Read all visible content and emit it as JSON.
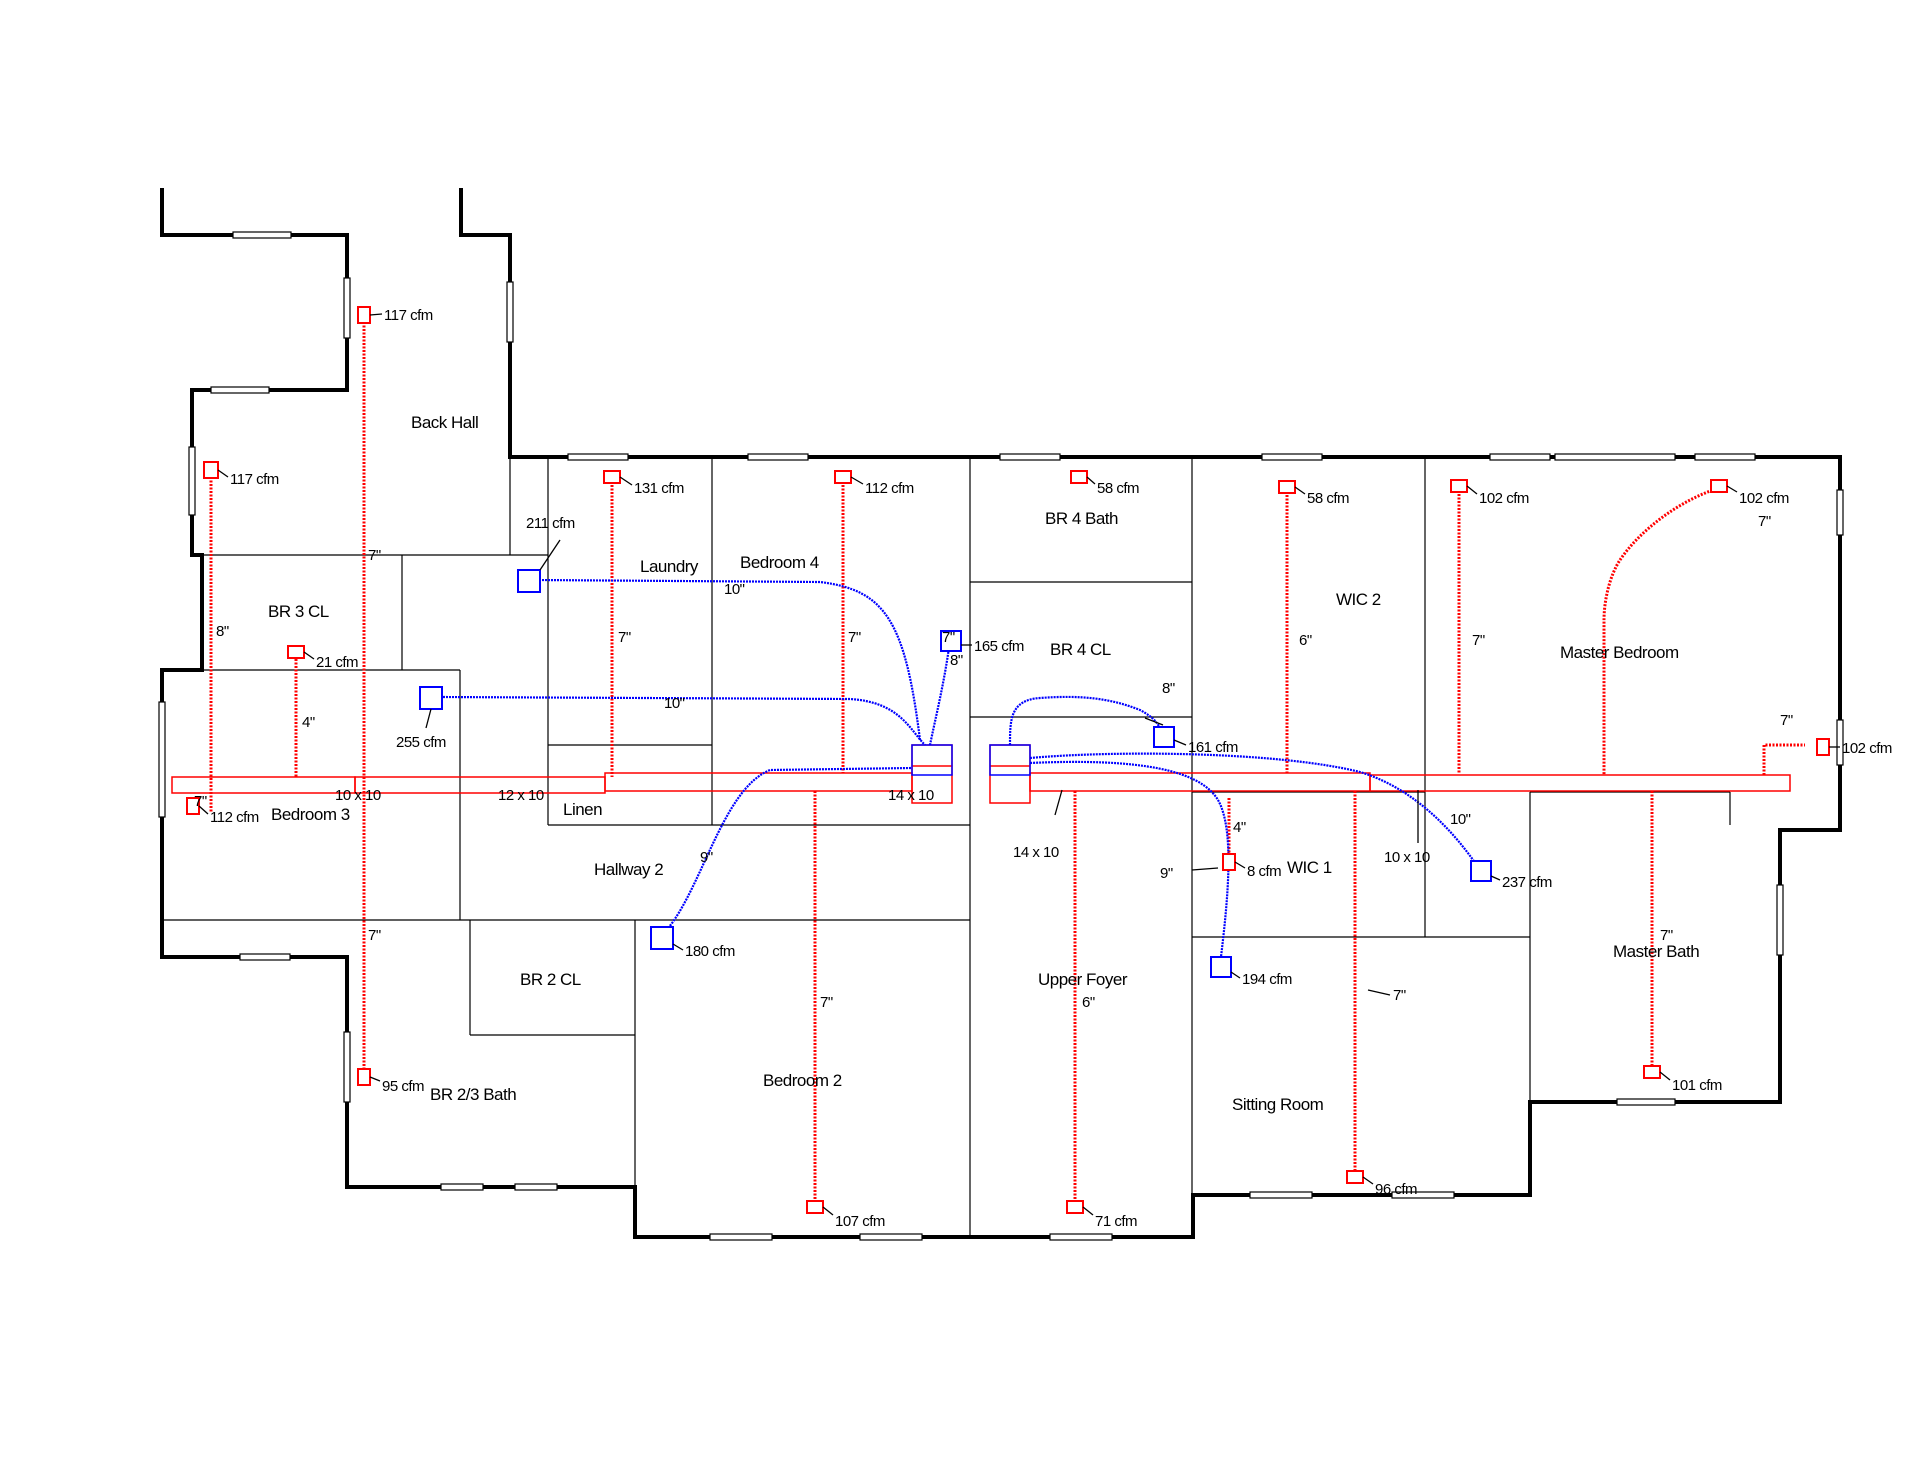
{
  "colors": {
    "supply": "#ff0000",
    "return": "#0000ff",
    "walls": "#000000",
    "background": "#ffffff"
  },
  "rooms": [
    {
      "key": "back_hall",
      "label": "Back Hall"
    },
    {
      "key": "br3_cl",
      "label": "BR 3 CL"
    },
    {
      "key": "laundry",
      "label": "Laundry"
    },
    {
      "key": "bedroom4",
      "label": "Bedroom 4"
    },
    {
      "key": "br4_bath",
      "label": "BR 4 Bath"
    },
    {
      "key": "br4_cl",
      "label": "BR 4 CL"
    },
    {
      "key": "wic2",
      "label": "WIC 2"
    },
    {
      "key": "master_bedroom",
      "label": "Master Bedroom"
    },
    {
      "key": "bedroom3",
      "label": "Bedroom 3"
    },
    {
      "key": "linen",
      "label": "Linen"
    },
    {
      "key": "hallway2",
      "label": "Hallway 2"
    },
    {
      "key": "wic1",
      "label": "WIC 1"
    },
    {
      "key": "br2_cl",
      "label": "BR 2 CL"
    },
    {
      "key": "upper_foyer",
      "label": "Upper Foyer"
    },
    {
      "key": "master_bath",
      "label": "Master Bath"
    },
    {
      "key": "bedroom2",
      "label": "Bedroom 2"
    },
    {
      "key": "sitting_room",
      "label": "Sitting Room"
    },
    {
      "key": "br23_bath",
      "label": "BR 2/3 Bath"
    }
  ],
  "supply_registers": [
    {
      "key": "backhall",
      "cfm": "117 cfm"
    },
    {
      "key": "br3cl",
      "cfm": "117 cfm"
    },
    {
      "key": "laundry",
      "cfm": "131 cfm"
    },
    {
      "key": "bed4",
      "cfm": "112 cfm"
    },
    {
      "key": "br4bath",
      "cfm": "58 cfm"
    },
    {
      "key": "wic2",
      "cfm": "58 cfm"
    },
    {
      "key": "mb1",
      "cfm": "102 cfm"
    },
    {
      "key": "mb2",
      "cfm": "102 cfm"
    },
    {
      "key": "mb3",
      "cfm": "102 cfm"
    },
    {
      "key": "bed3a",
      "cfm": "21 cfm"
    },
    {
      "key": "bed3b",
      "cfm": "112 cfm"
    },
    {
      "key": "wic1",
      "cfm": "8 cfm"
    },
    {
      "key": "br23bath",
      "cfm": "95 cfm"
    },
    {
      "key": "bed2",
      "cfm": "107 cfm"
    },
    {
      "key": "foyer",
      "cfm": "71 cfm"
    },
    {
      "key": "sitting",
      "cfm": "96 cfm"
    },
    {
      "key": "mbath",
      "cfm": "101 cfm"
    }
  ],
  "return_grilles": [
    {
      "key": "laundry",
      "cfm": "211 cfm"
    },
    {
      "key": "hall",
      "cfm": "255 cfm"
    },
    {
      "key": "br4cl",
      "cfm": "165 cfm"
    },
    {
      "key": "wic",
      "cfm": "161 cfm"
    },
    {
      "key": "master",
      "cfm": "237 cfm"
    },
    {
      "key": "bed2",
      "cfm": "180 cfm"
    },
    {
      "key": "sitting",
      "cfm": "194 cfm"
    }
  ],
  "duct_sizes": [
    {
      "key": "d1",
      "label": "7\""
    },
    {
      "key": "d2",
      "label": "8\""
    },
    {
      "key": "d3",
      "label": "4\""
    },
    {
      "key": "d4",
      "label": "7\""
    },
    {
      "key": "d5",
      "label": "7\""
    },
    {
      "key": "d6",
      "label": "7\""
    },
    {
      "key": "d7",
      "label": "10\""
    },
    {
      "key": "d8",
      "label": "10\""
    },
    {
      "key": "d9",
      "label": "8\""
    },
    {
      "key": "d10",
      "label": "8\""
    },
    {
      "key": "d11",
      "label": "6\""
    },
    {
      "key": "d12",
      "label": "7\""
    },
    {
      "key": "d13",
      "label": "7\""
    },
    {
      "key": "d14",
      "label": "7\""
    },
    {
      "key": "d15",
      "label": "7\""
    },
    {
      "key": "d16",
      "label": "4\""
    },
    {
      "key": "d17",
      "label": "9\""
    },
    {
      "key": "d18",
      "label": "10\""
    },
    {
      "key": "d19",
      "label": "9\""
    },
    {
      "key": "d20",
      "label": "7\""
    },
    {
      "key": "d21",
      "label": "7\""
    },
    {
      "key": "d22",
      "label": "6\""
    },
    {
      "key": "d23",
      "label": "7\""
    },
    {
      "key": "d24",
      "label": "7\""
    },
    {
      "key": "t1",
      "label": "10 x 10"
    },
    {
      "key": "t2",
      "label": "12 x 10"
    },
    {
      "key": "t3",
      "label": "14 x 10"
    },
    {
      "key": "t4",
      "label": "14 x 10"
    },
    {
      "key": "t5",
      "label": "10 x 10"
    }
  ]
}
